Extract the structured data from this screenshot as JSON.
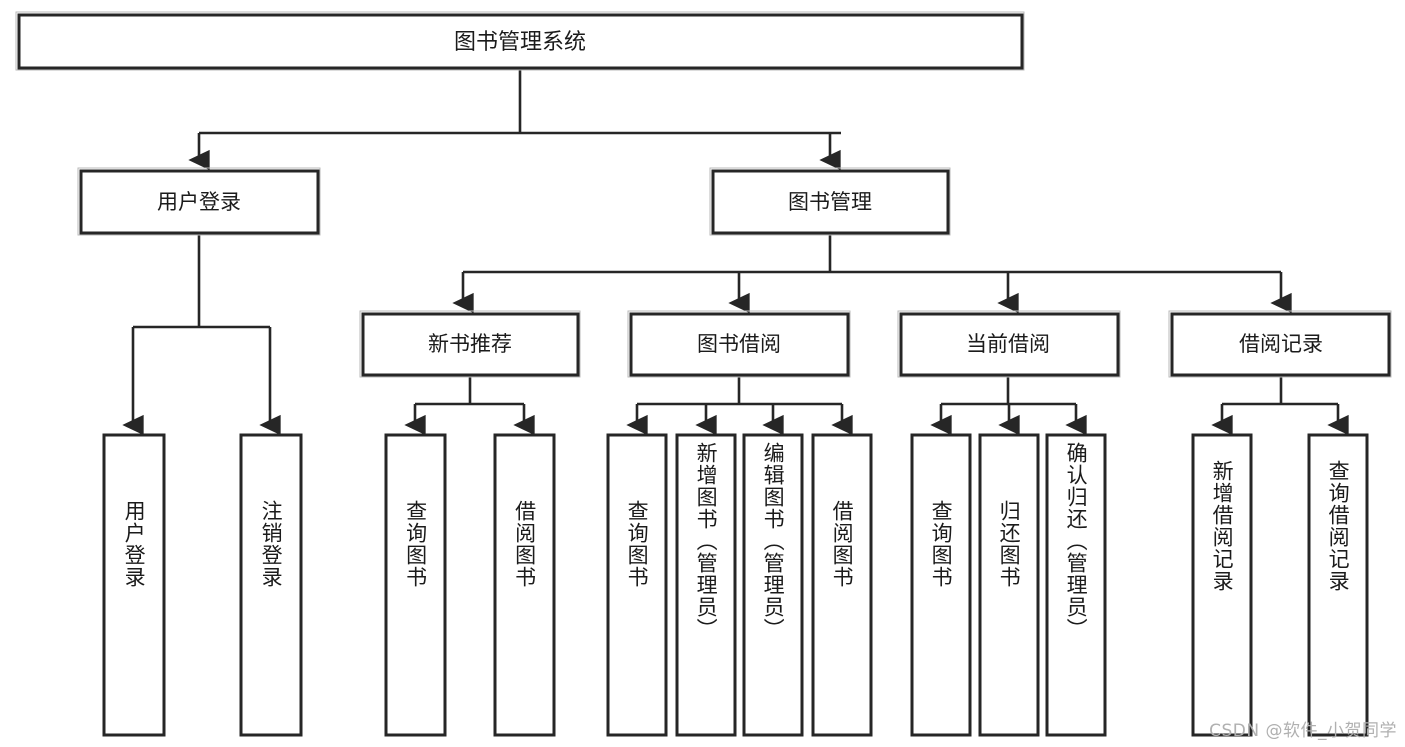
{
  "diagram": {
    "type": "tree-hierarchy",
    "title": "图书管理系统",
    "watermark": "CSDN @软件_小贺同学",
    "root": {
      "id": "root",
      "label": "图书管理系统",
      "shape": "rectangle",
      "orientation": "horizontal"
    },
    "level2": [
      {
        "id": "user-login",
        "label": "用户登录",
        "shape": "rectangle",
        "orientation": "horizontal"
      },
      {
        "id": "book-manage",
        "label": "图书管理",
        "shape": "rectangle",
        "orientation": "horizontal"
      }
    ],
    "level3": [
      {
        "id": "new-book-recommend",
        "label": "新书推荐",
        "parent": "book-manage",
        "shape": "rectangle",
        "orientation": "horizontal"
      },
      {
        "id": "book-borrow",
        "label": "图书借阅",
        "parent": "book-manage",
        "shape": "rectangle",
        "orientation": "horizontal"
      },
      {
        "id": "current-borrow",
        "label": "当前借阅",
        "parent": "book-manage",
        "shape": "rectangle",
        "orientation": "horizontal"
      },
      {
        "id": "borrow-record",
        "label": "借阅记录",
        "parent": "book-manage",
        "shape": "rectangle",
        "orientation": "horizontal"
      }
    ],
    "leaves": [
      {
        "id": "leaf-user-login",
        "label": "用户登录",
        "parent": "user-login",
        "orientation": "vertical"
      },
      {
        "id": "leaf-user-logout",
        "label": "注销登录",
        "parent": "user-login",
        "orientation": "vertical"
      },
      {
        "id": "leaf-query-book-1",
        "label": "查询图书",
        "parent": "new-book-recommend",
        "orientation": "vertical"
      },
      {
        "id": "leaf-borrow-book-1",
        "label": "借阅图书",
        "parent": "new-book-recommend",
        "orientation": "vertical"
      },
      {
        "id": "leaf-query-book-2",
        "label": "查询图书",
        "parent": "book-borrow",
        "orientation": "vertical"
      },
      {
        "id": "leaf-add-book",
        "label": "新增图书（管理员）",
        "parent": "book-borrow",
        "orientation": "vertical"
      },
      {
        "id": "leaf-edit-book",
        "label": "编辑图书（管理员）",
        "parent": "book-borrow",
        "orientation": "vertical"
      },
      {
        "id": "leaf-borrow-book-2",
        "label": "借阅图书",
        "parent": "book-borrow",
        "orientation": "vertical"
      },
      {
        "id": "leaf-query-book-3",
        "label": "查询图书",
        "parent": "current-borrow",
        "orientation": "vertical"
      },
      {
        "id": "leaf-return-book",
        "label": "归还图书",
        "parent": "current-borrow",
        "orientation": "vertical"
      },
      {
        "id": "leaf-confirm-return",
        "label": "确认归还（管理员）",
        "parent": "current-borrow",
        "orientation": "vertical"
      },
      {
        "id": "leaf-add-record",
        "label": "新增借阅记录",
        "parent": "borrow-record",
        "orientation": "vertical"
      },
      {
        "id": "leaf-query-record",
        "label": "查询借阅记录",
        "parent": "borrow-record",
        "orientation": "vertical"
      }
    ],
    "colors": {
      "box_stroke": "#262626",
      "box_fill": "#ffffff",
      "connector": "#262626",
      "text": "#1b1b1b",
      "watermark": "#b0b0b0",
      "background": "#ffffff"
    }
  }
}
